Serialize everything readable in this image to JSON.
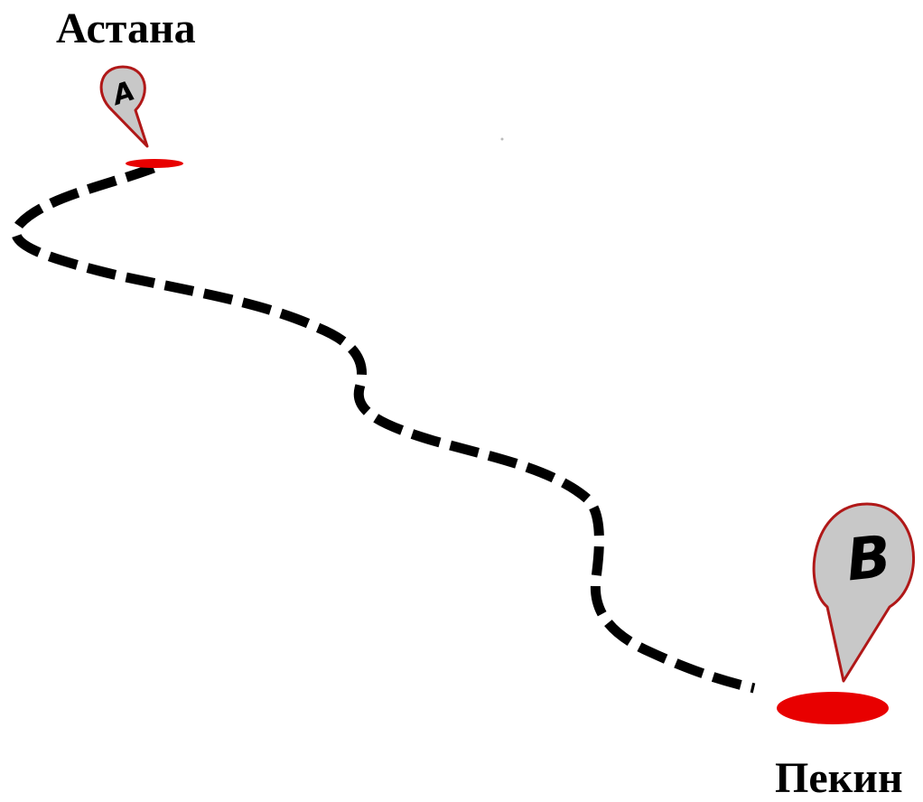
{
  "start": {
    "city": "Астана",
    "marker_letter": "A"
  },
  "end": {
    "city": "Пекин",
    "marker_letter": "B"
  },
  "colors": {
    "pin_fill": "#c8c8c8",
    "pin_outline": "#b01818",
    "base_ellipse": "#e80000",
    "route": "#000000",
    "text": "#000000"
  },
  "icons": {
    "start_marker": "map-pin-icon",
    "end_marker": "map-pin-icon"
  }
}
